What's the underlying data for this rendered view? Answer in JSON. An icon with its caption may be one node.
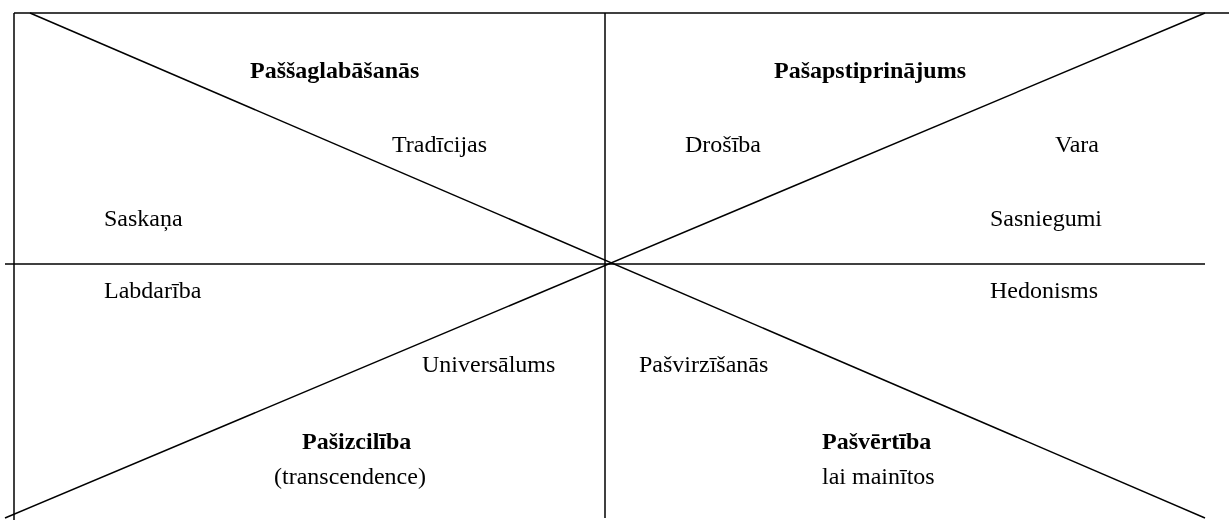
{
  "diagram": {
    "labels": [
      "Paššaglabāšanās",
      "Pašapstiprinājums",
      "Tradīcijas",
      "Drošība",
      "Vara",
      "Saskaņa",
      "Sasniegumi",
      "Labdarība",
      "Hedonisms",
      "Universālums",
      "Pašvirzīšanās",
      "Pašizcilība",
      "Pašvērtība",
      "(transcendence)",
      "lai mainītos"
    ]
  }
}
